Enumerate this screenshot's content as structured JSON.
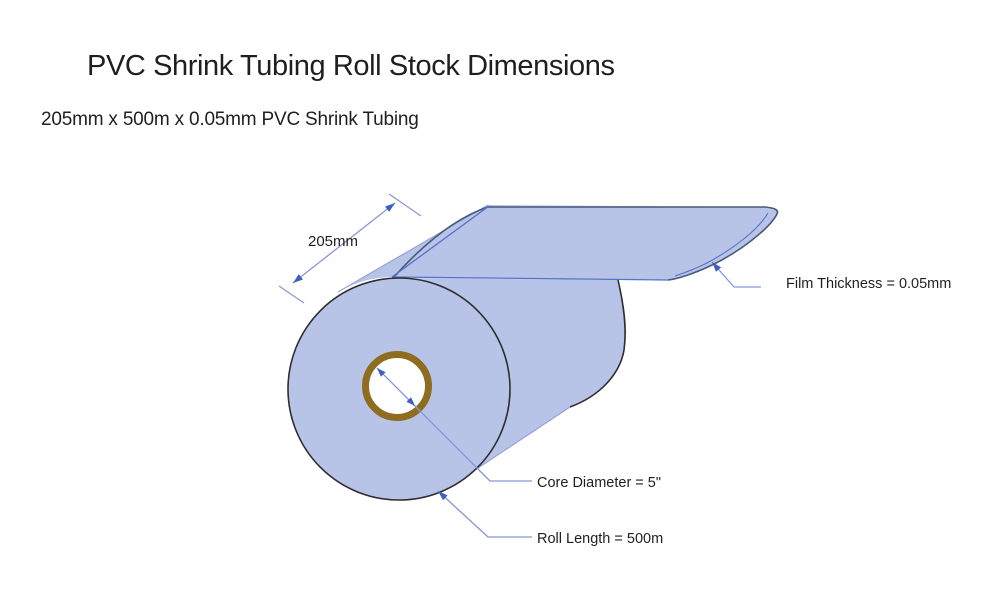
{
  "page": {
    "title": "PVC Shrink Tubing Roll Stock Dimensions",
    "subtitle": "205mm x 500m x 0.05mm PVC Shrink Tubing"
  },
  "diagram": {
    "labels": {
      "width_dimension": "205mm",
      "film_thickness": "Film Thickness = 0.05mm",
      "core_diameter": "Core Diameter = 5\"",
      "roll_length": "Roll Length = 500m"
    },
    "colors": {
      "background": "#ffffff",
      "text_color": "#1f1f1f",
      "film_fill": "#b7c4e8",
      "outline_dark": "#2e2e2e",
      "sheet_edge": "#475a77",
      "edge_light": "#93a3da",
      "crease_blue": "#5571c8",
      "leader_blue": "#8696d8",
      "arrow_blue": "#3d5fc5",
      "core_ring": "#8e6c20"
    }
  }
}
